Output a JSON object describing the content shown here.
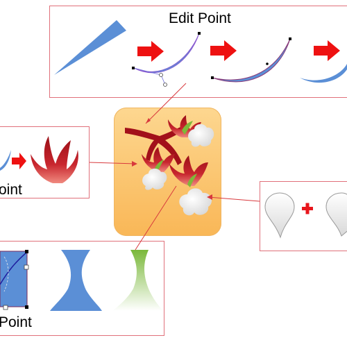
{
  "panels": {
    "edit_point_top": {
      "title": "Edit Point"
    },
    "left_middle": {
      "label_fragment": "oint"
    },
    "bottom_left": {
      "label_fragment": "Point"
    }
  },
  "colors": {
    "shape_blue": "#5b8fd6",
    "arrow_red": "#ee1111",
    "panel_border": "#e0707a",
    "connector": "#d8393d",
    "center_tile": "#fbc26a",
    "leaf_red": "#b2141c",
    "leaf_green": "#7fb83a",
    "cloud_white": "#f4f4f4",
    "plus_red": "#e8161c"
  },
  "icons": [
    "red-arrow-icon",
    "plus-icon",
    "cloud-icon",
    "leaf-icon"
  ]
}
